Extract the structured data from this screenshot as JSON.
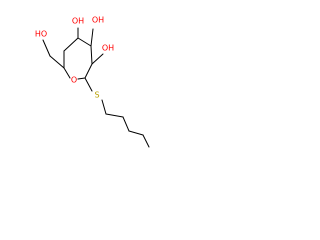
{
  "molecule": {
    "atoms": {
      "oh_c3": "OH",
      "oh_c4": "OH",
      "oh_c2": "OH",
      "oh_ch2": "HO",
      "ring_oxygen": "O",
      "sulfur": "S"
    }
  },
  "colors": {
    "bond": "#000000",
    "oxygen": "#ff0000",
    "sulfur": "#b8a000"
  }
}
